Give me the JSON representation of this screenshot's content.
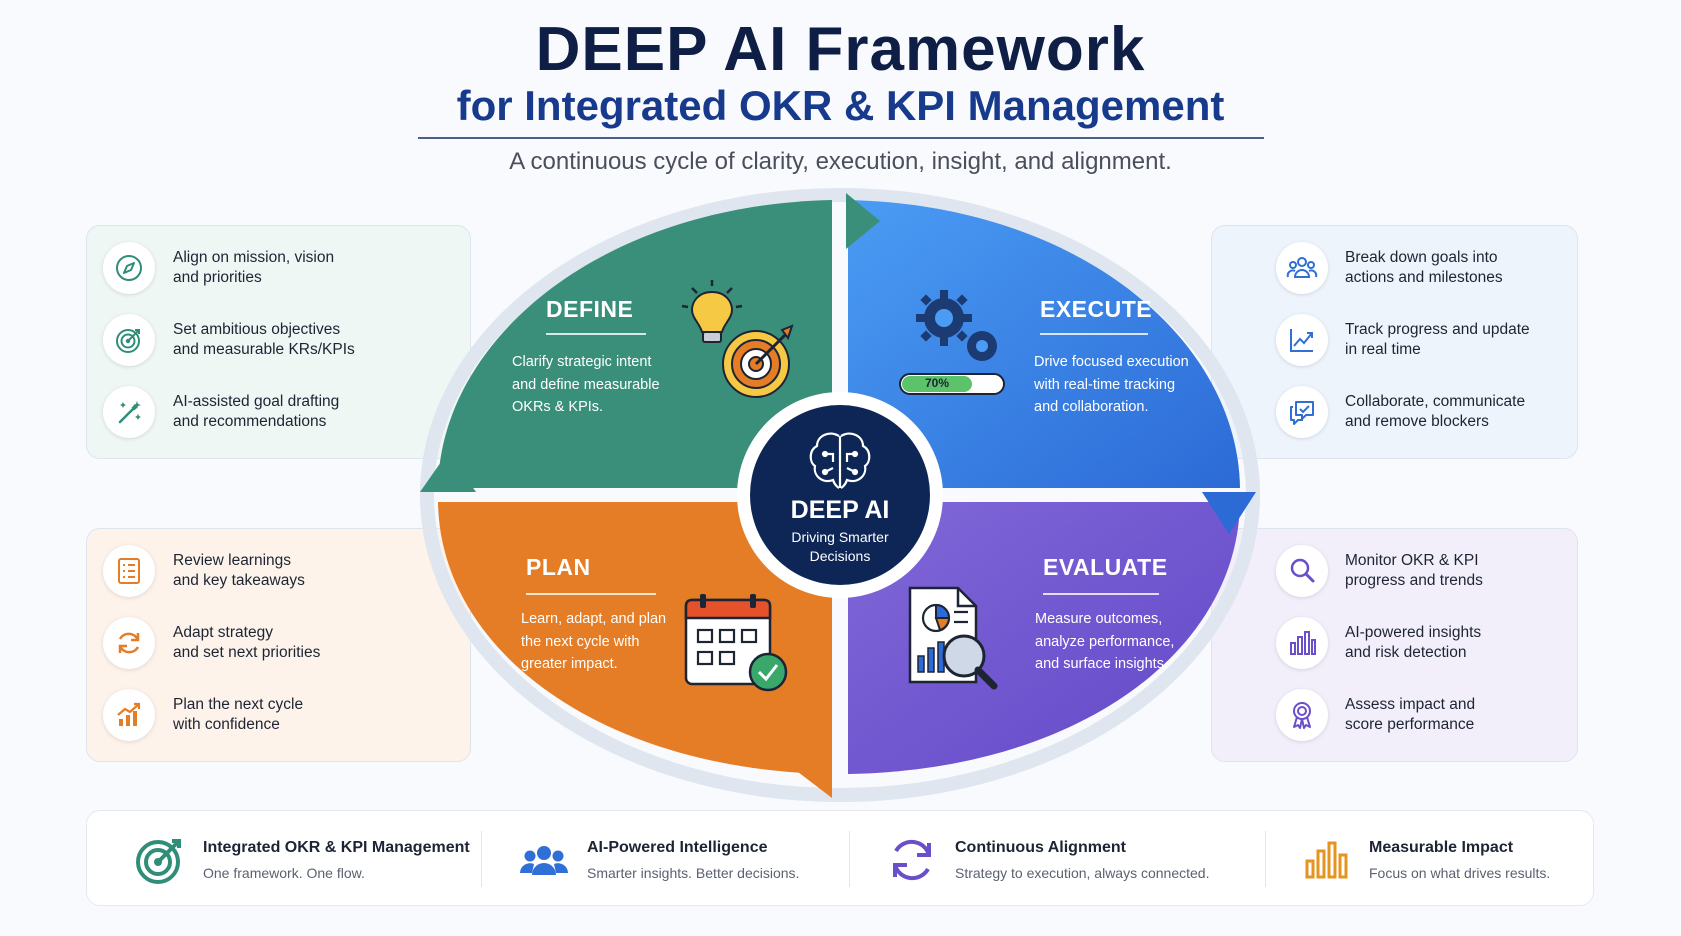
{
  "header": {
    "title": "DEEP AI Framework",
    "subtitle": "for Integrated OKR & KPI Management",
    "tagline": "A continuous cycle of clarity, execution, insight, and alignment."
  },
  "colors": {
    "define": "#3a8f7a",
    "execute": "#3a7fe0",
    "plan": "#e57c26",
    "evaluate": "#7257cf",
    "hub": "#0e2656"
  },
  "quadrants": {
    "define": {
      "title": "DEFINE",
      "desc": [
        "Clarify strategic intent",
        "and define measurable",
        "OKRs & KPIs."
      ]
    },
    "execute": {
      "title": "EXECUTE",
      "desc": [
        "Drive focused execution",
        "with real-time tracking",
        "and collaboration."
      ],
      "progress_label": "70%",
      "progress_value": 0.7
    },
    "plan": {
      "title": "PLAN",
      "desc": [
        "Learn, adapt, and plan",
        "the next cycle with",
        "greater impact."
      ]
    },
    "evaluate": {
      "title": "EVALUATE",
      "desc": [
        "Measure outcomes,",
        "analyze performance,",
        "and surface insights."
      ]
    }
  },
  "hub": {
    "title": "DEEP AI",
    "subtitle": [
      "Driving Smarter",
      "Decisions"
    ],
    "icon": "brain-icon"
  },
  "panels": {
    "define": [
      {
        "icon": "compass-icon",
        "text": [
          "Align on mission, vision",
          "and priorities"
        ]
      },
      {
        "icon": "target-icon",
        "text": [
          "Set ambitious objectives",
          "and measurable KRs/KPIs"
        ]
      },
      {
        "icon": "magic-wand-icon",
        "text": [
          "AI-assisted goal drafting",
          "and recommendations"
        ]
      }
    ],
    "execute": [
      {
        "icon": "team-icon",
        "text": [
          "Break down goals into",
          "actions and milestones"
        ]
      },
      {
        "icon": "trend-chart-icon",
        "text": [
          "Track progress and update",
          "in real time"
        ]
      },
      {
        "icon": "chat-icon",
        "text": [
          "Collaborate, communicate",
          "and remove blockers"
        ]
      }
    ],
    "plan": [
      {
        "icon": "checklist-icon",
        "text": [
          "Review learnings",
          "and key takeaways"
        ]
      },
      {
        "icon": "refresh-icon",
        "text": [
          "Adapt strategy",
          "and set next priorities"
        ]
      },
      {
        "icon": "growth-icon",
        "text": [
          "Plan the next cycle",
          "with confidence"
        ]
      }
    ],
    "evaluate": [
      {
        "icon": "search-icon",
        "text": [
          "Monitor OKR & KPI",
          "progress and trends"
        ]
      },
      {
        "icon": "bar-chart-icon",
        "text": [
          "AI-powered insights",
          "and risk detection"
        ]
      },
      {
        "icon": "award-icon",
        "text": [
          "Assess impact and",
          "score performance"
        ]
      }
    ]
  },
  "footer": [
    {
      "icon": "target-icon",
      "title": "Integrated OKR & KPI Management",
      "sub": "One framework. One flow."
    },
    {
      "icon": "team-icon",
      "title": "AI-Powered Intelligence",
      "sub": "Smarter insights. Better decisions."
    },
    {
      "icon": "cycle-icon",
      "title": "Continuous Alignment",
      "sub": "Strategy to execution, always connected."
    },
    {
      "icon": "bar-chart-icon",
      "title": "Measurable Impact",
      "sub": "Focus on what drives results."
    }
  ]
}
